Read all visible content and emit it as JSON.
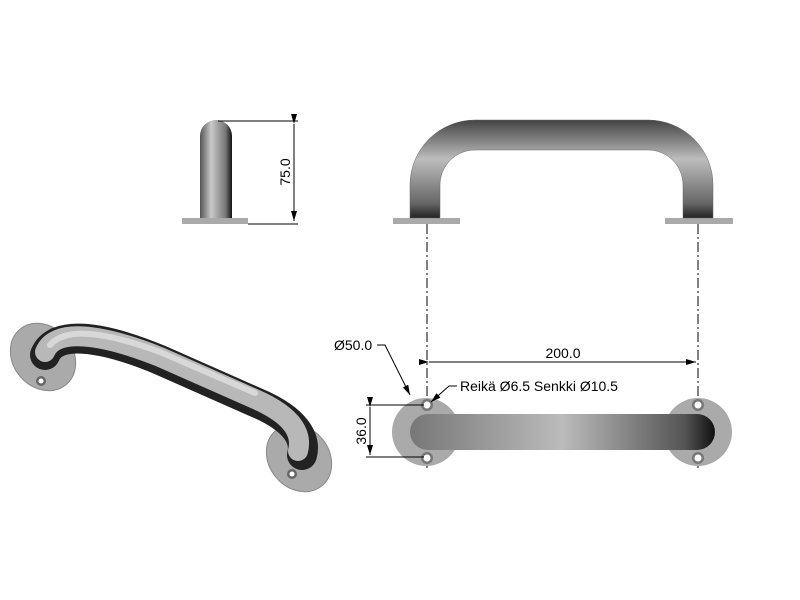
{
  "drawing": {
    "dimensions": {
      "height": "75.0",
      "length": "200.0",
      "plate_diameter": "Ø50.0",
      "hole_spacing": "36.0",
      "hole_note": "Reikä Ø6.5 Senkki Ø10.5"
    },
    "colors": {
      "plate": "#a8a8a8",
      "tube_light": "#c8c8c8",
      "tube_dark": "#1a1a1a",
      "line": "#000000"
    }
  }
}
